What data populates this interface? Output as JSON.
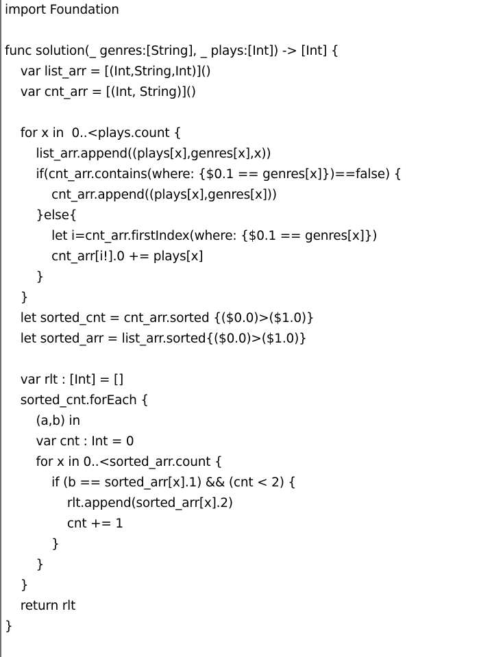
{
  "code_lines": [
    "import Foundation",
    "",
    "func solution(_ genres:[String], _ plays:[Int]) -> [Int] {",
    "    var list_arr = [(Int,String,Int)]()",
    "    var cnt_arr = [(Int, String)]()",
    "",
    "    for x in  0..<plays.count {",
    "        list_arr.append((plays[x],genres[x],x))",
    "        if(cnt_arr.contains(where: {$0.1 == genres[x]})==false) {",
    "            cnt_arr.append((plays[x],genres[x]))",
    "        }else{",
    "            let i=cnt_arr.firstIndex(where: {$0.1 == genres[x]})",
    "            cnt_arr[i!].0 += plays[x]",
    "        }",
    "    }",
    "    let sorted_cnt = cnt_arr.sorted {($0.0)>($1.0)}",
    "    let sorted_arr = list_arr.sorted{($0.0)>($1.0)}",
    "",
    "    var rlt : [Int] = []",
    "    sorted_cnt.forEach {",
    "        (a,b) in",
    "        var cnt : Int = 0",
    "        for x in 0..<sorted_arr.count {",
    "            if (b == sorted_arr[x].1) && (cnt < 2) {",
    "                rlt.append(sorted_arr[x].2)",
    "                cnt += 1",
    "            }",
    "        }",
    "    }",
    "    return rlt",
    "}"
  ]
}
